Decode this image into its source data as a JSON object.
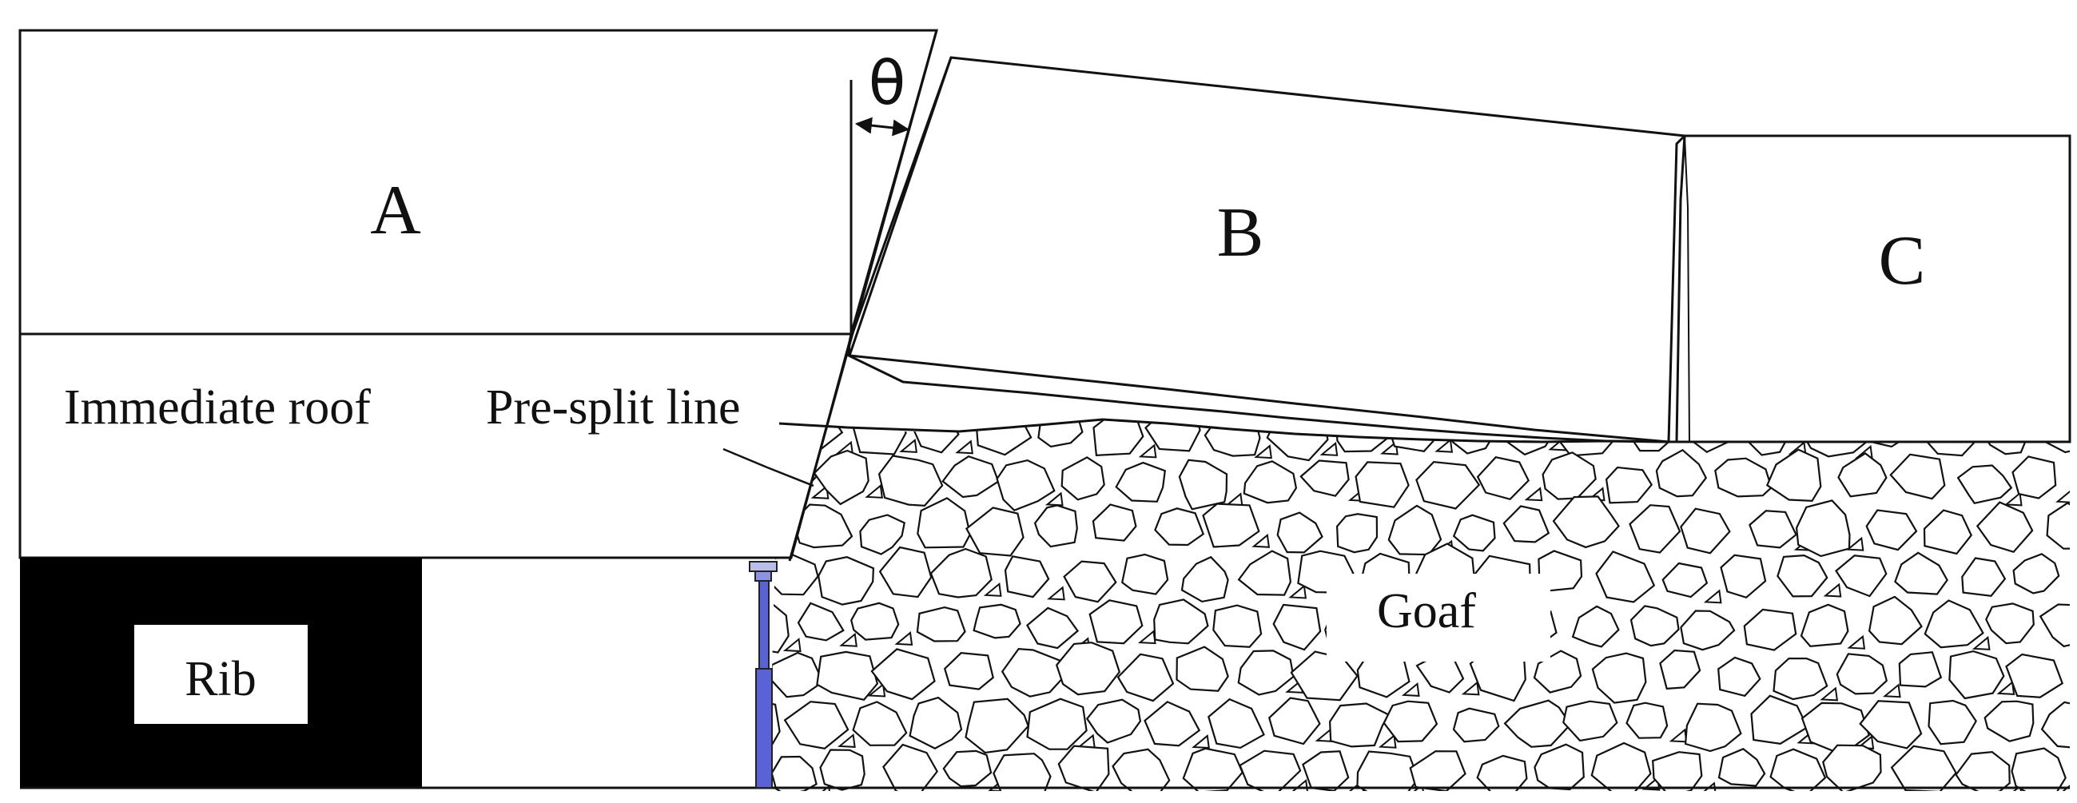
{
  "diagram": {
    "labels": {
      "block_a": "A",
      "block_b": "B",
      "block_c": "C",
      "immediate_roof": "Immediate roof",
      "pre_split_line": "Pre-split line",
      "rib": "Rib",
      "goaf": "Goaf",
      "angle": "θ"
    },
    "colors": {
      "line": "#111111",
      "rib_fill": "#000000",
      "support_prop": "#5a63d6",
      "background": "#ffffff"
    }
  }
}
